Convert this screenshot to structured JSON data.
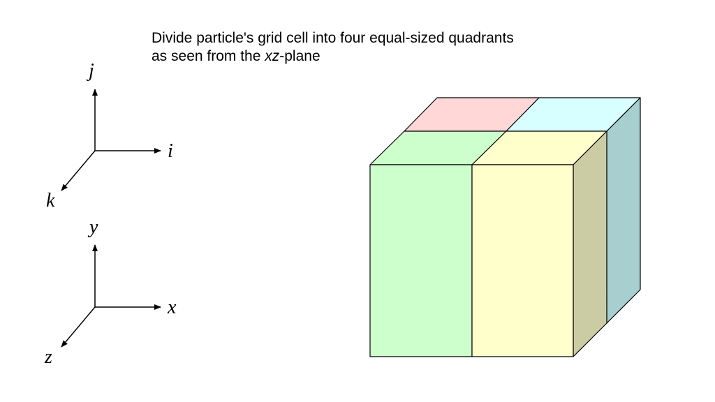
{
  "caption": {
    "line1": "Divide particle's grid cell into four equal-sized quadrants",
    "line2_prefix": "as seen from the ",
    "line2_plane": "xz",
    "line2_suffix": "-plane"
  },
  "grid_axes": {
    "up": "j",
    "right": "i",
    "diag": "k"
  },
  "world_axes": {
    "up": "y",
    "right": "x",
    "diag": "z"
  },
  "colors": {
    "back_left_top": "#ffd7d7",
    "back_right_top": "#d7ffff",
    "back_right_side": "#a7cfcf",
    "front_left": "#ccffcc",
    "front_right": "#ffffcc",
    "front_right_side": "#cccca4",
    "outline": "#000000"
  }
}
